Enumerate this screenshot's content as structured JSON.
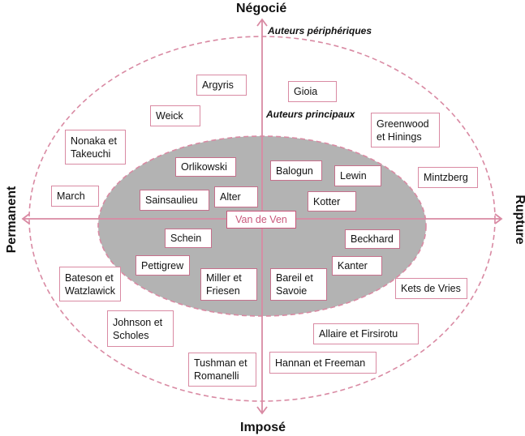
{
  "axes": {
    "top": "Négocié",
    "bottom": "Imposé",
    "left": "Permanent",
    "right": "Rupture"
  },
  "regions": {
    "outer": "Auteurs périphériques",
    "inner": "Auteurs principaux"
  },
  "center_label": "Van de Ven",
  "inner_authors": [
    "Orlikowski",
    "Balogun",
    "Lewin",
    "Sainsaulieu",
    "Alter",
    "Kotter",
    "Schein",
    "Beckhard",
    "Pettigrew",
    "Miller et\nFriesen",
    "Bareil et\nSavoie",
    "Kanter"
  ],
  "outer_authors": [
    "Argyris",
    "Gioia",
    "Weick",
    "Greenwood\net Hinings",
    "Nonaka et\nTakeuchi",
    "Mintzberg",
    "March",
    "Bateson et\nWatzlawick",
    "Kets de Vries",
    "Johnson et\nScholes",
    "Allaire et Firsirotu",
    "Tushman et\nRomanelli",
    "Hannan et Freeman"
  ],
  "colors": {
    "axis": "#d98aa3",
    "ellipse_dash": "#d98aa3",
    "inner_fill": "#b3b3b3",
    "center_text": "#c9577b"
  }
}
